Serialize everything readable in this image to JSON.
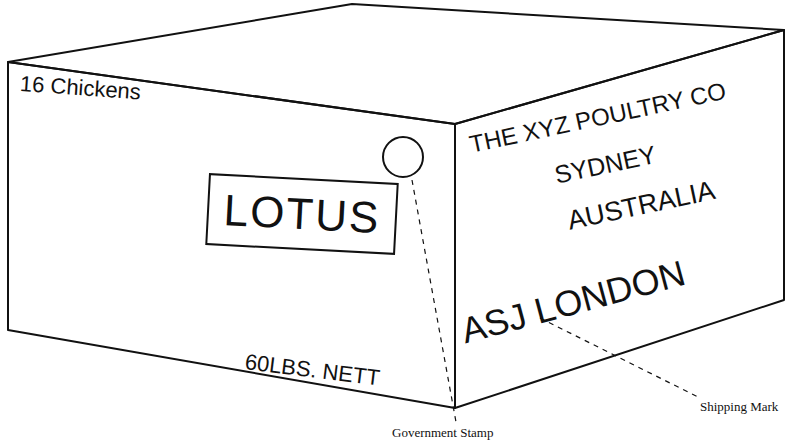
{
  "diagram": {
    "nodes": [
      {
        "text": [
          "LOTUS"
        ]
      }
    ],
    "labels": [
      "16 Chickens",
      "60LBS. NETT",
      "THE XYZ POULTRY CO",
      "SYDNEY",
      "AUSTRALIA",
      "ASJ LONDON",
      "Shipping Mark",
      "Government Stamp"
    ]
  }
}
